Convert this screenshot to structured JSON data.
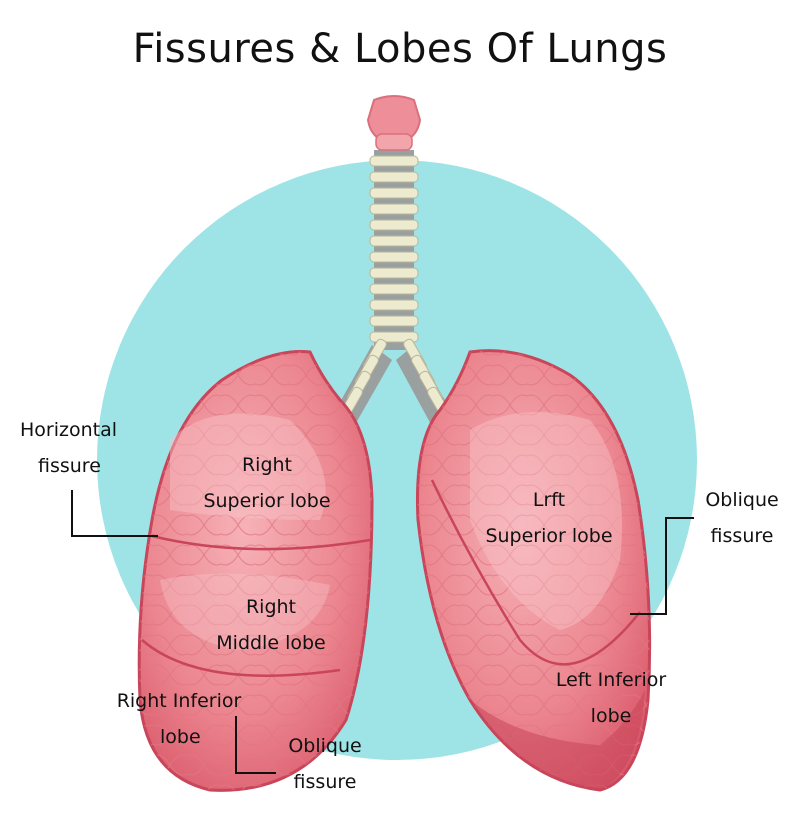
{
  "title": "Fissures & Lobes Of Lungs",
  "labels": {
    "horizontal_fissure": [
      "Horizontal",
      "fissure"
    ],
    "right_superior_lobe": [
      "Right",
      "Superior lobe"
    ],
    "right_middle_lobe": [
      "Right",
      "Middle lobe"
    ],
    "right_inferior_lobe": [
      "Right Inferior",
      "lobe"
    ],
    "oblique_fissure_right": [
      "Oblique",
      "fissure"
    ],
    "left_superior_lobe": [
      "Lrft",
      "Superior lobe"
    ],
    "oblique_fissure_left": [
      "Oblique",
      "fissure"
    ],
    "left_inferior_lobe": [
      "Left Inferior",
      "lobe"
    ]
  },
  "colors": {
    "background_circle": "#9ee4e6",
    "lung_fill": "#e8727c",
    "lung_light": "#f3a3aa",
    "lung_dark": "#c9455a",
    "trachea_ring": "#ecebd0",
    "trachea_gap": "#9aa0a0",
    "larynx": "#ee8e98"
  }
}
